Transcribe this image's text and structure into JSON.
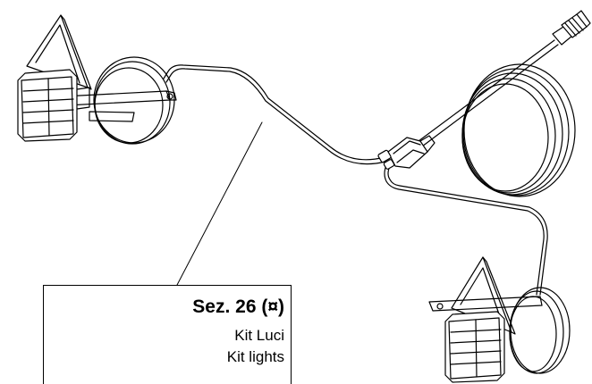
{
  "caption": {
    "section_title": "Sez. 26 (¤)",
    "line_italian": "Kit Luci",
    "line_english": "Kit lights"
  },
  "parts": {
    "left_lamp": "lamp-assembly-left-icon",
    "right_lamp": "lamp-assembly-right-icon",
    "connector": "junction-connector-icon",
    "plug": "plug-icon",
    "coil": "cable-coil-icon"
  },
  "colors": {
    "line": "#000000",
    "background": "#ffffff"
  }
}
